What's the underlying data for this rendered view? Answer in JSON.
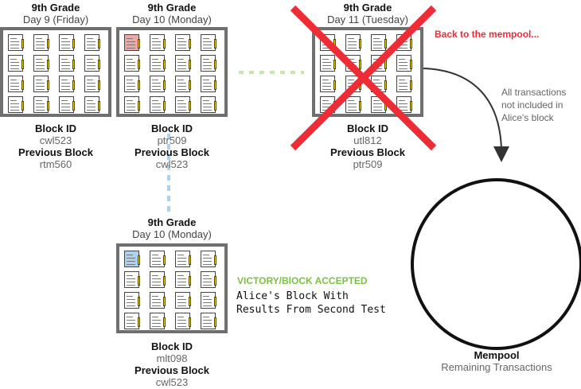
{
  "block1": {
    "grade": "9th Grade",
    "day": "Day 9 (Friday)",
    "block_id_label": "Block ID",
    "block_id": "cwl523",
    "prev_label": "Previous Block",
    "prev": "rtm560"
  },
  "block2": {
    "grade": "9th Grade",
    "day": "Day 10 (Monday)",
    "block_id_label": "Block ID",
    "block_id": "ptr509",
    "prev_label": "Previous Block",
    "prev": "cwl523"
  },
  "block3": {
    "grade": "9th Grade",
    "day": "Day 11 (Tuesday)",
    "block_id_label": "Block ID",
    "block_id": "utl812",
    "prev_label": "Previous Block",
    "prev": "ptr509"
  },
  "block4": {
    "grade": "9th Grade",
    "day": "Day 10 (Monday)",
    "block_id_label": "Block ID",
    "block_id": "mlt098",
    "prev_label": "Previous Block",
    "prev": "cwl523"
  },
  "notes": {
    "back_to_mempool": "Back to the mempool...",
    "transactions_line1": "All transactions",
    "transactions_line2": "not included in",
    "transactions_line3": "Alice's block",
    "victory": "VICTORY/BlOCK ACCEPTED",
    "alice_line1": "Alice's Block With",
    "alice_line2": "Results From Second Test"
  },
  "mempool": {
    "title": "Mempool",
    "subtitle": "Remaining Transactions"
  },
  "colors": {
    "block_border": "#6f6f6f",
    "reject_cross": "#ee2c35",
    "victory": "#7bc142",
    "chain_link_dashed": "#a9d3f0",
    "pending_link_dotted": "#c9e6a8",
    "highlight_red_paper": "#f3a6a6",
    "highlight_blue_paper": "#a9d3f0"
  }
}
